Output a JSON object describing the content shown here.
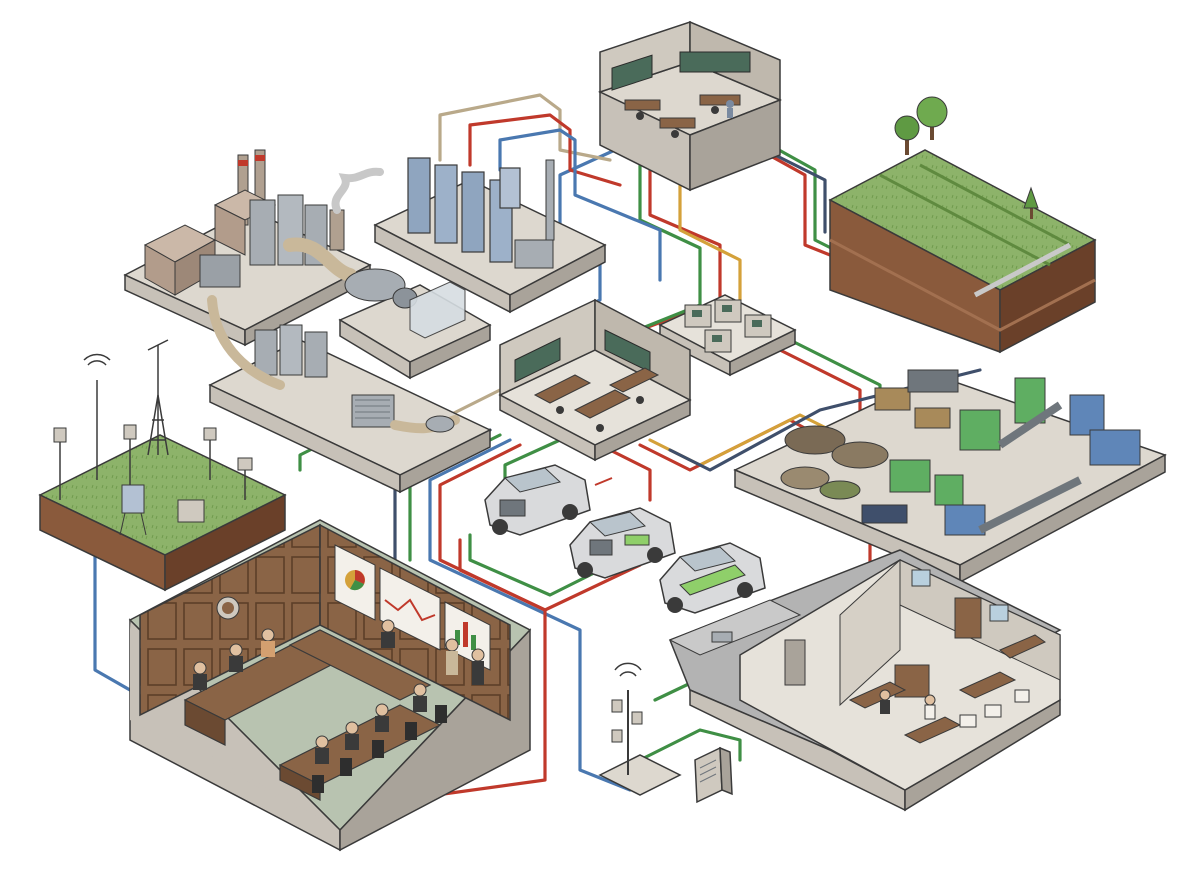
{
  "palette": {
    "background": "#ffffff",
    "outline": "#3a3a3a",
    "slab_top": "#ddd8cf",
    "slab_side": "#a9a39a",
    "slab_front": "#c7c1b8",
    "wall": "#cfc9bf",
    "floor": "#e6e2da",
    "wood_panel": "#8a6446",
    "wood_dark": "#6b4a32",
    "carpet": "#b8c3b0",
    "grass": "#8db36a",
    "grass_dark": "#6f9a4d",
    "soil": "#8a5a3c",
    "soil_dark": "#6a4029",
    "pipe_beige": "#c9b89a",
    "duct_metal": "#a7adb3",
    "tower_blue": "#8fa5bf",
    "screen": "#4a6b5a",
    "car_body": "#d9dadc",
    "battery_green": "#8fcf6a",
    "machine_green": "#5fae62",
    "machine_blue": "#5f86b8",
    "waste_brown": "#7a6a55",
    "office_wall": "#d6d0c6"
  },
  "network": {
    "line_colors": {
      "red": "#c0392b",
      "green": "#3f8f45",
      "blue": "#4a78b0",
      "orange": "#d4a13a",
      "navy": "#3f4f6b",
      "beige": "#b9a98a"
    }
  },
  "nodes": [
    {
      "id": "control-room",
      "icon": "control-room-icon"
    },
    {
      "id": "factory-complex",
      "icon": "factory-icon"
    },
    {
      "id": "cooling-towers",
      "icon": "cooling-tower-icon"
    },
    {
      "id": "exhaust-treatment",
      "icon": "catalytic-converter-icon"
    },
    {
      "id": "filter-station",
      "icon": "filter-unit-icon"
    },
    {
      "id": "cubicle-office",
      "icon": "cubicle-icon"
    },
    {
      "id": "monitoring-room",
      "icon": "monitoring-room-icon"
    },
    {
      "id": "terraced-land",
      "icon": "terraced-field-icon"
    },
    {
      "id": "weather-station",
      "icon": "weather-station-icon"
    },
    {
      "id": "boardroom",
      "icon": "meeting-room-icon"
    },
    {
      "id": "vehicle-lineup",
      "icon": "electric-car-icon"
    },
    {
      "id": "recycling-plant",
      "icon": "recycling-plant-icon"
    },
    {
      "id": "admin-office",
      "icon": "office-building-icon"
    },
    {
      "id": "antenna-sensor",
      "icon": "antenna-icon"
    },
    {
      "id": "utility-box",
      "icon": "utility-box-icon"
    }
  ]
}
